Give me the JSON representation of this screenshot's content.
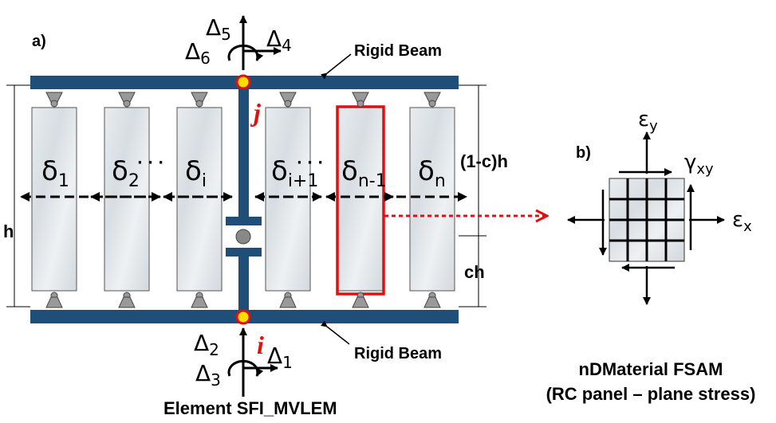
{
  "part_a": {
    "tag": "a)",
    "beam_top_label": "Rigid Beam",
    "beam_bottom_label": "Rigid Beam",
    "node_top": "j",
    "node_bottom": "i",
    "height_label": "h",
    "upper_label": "(1-c)h",
    "lower_label": "ch",
    "element_label": "Element SFI_MVLEM",
    "dof_top": [
      {
        "base": "Δ",
        "sub": "5"
      },
      {
        "base": "Δ",
        "sub": "4"
      },
      {
        "base": "Δ",
        "sub": "6"
      }
    ],
    "dof_bottom": [
      {
        "base": "Δ",
        "sub": "2"
      },
      {
        "base": "Δ",
        "sub": "1"
      },
      {
        "base": "Δ",
        "sub": "3"
      }
    ],
    "strips": [
      {
        "base": "δ",
        "sub": "1"
      },
      {
        "base": "δ",
        "sub": "2"
      },
      {
        "base": "δ",
        "sub": "i"
      },
      {
        "base": "δ",
        "sub": "i+1"
      },
      {
        "base": "δ",
        "sub": "n-1"
      },
      {
        "base": "δ",
        "sub": "n"
      }
    ],
    "dots": [
      "· · ·",
      "· · ·"
    ]
  },
  "part_b": {
    "tag": "b)",
    "eps_y": {
      "base": "ε",
      "sub": "y"
    },
    "gamma_xy": {
      "base": "γ",
      "sub": "xy"
    },
    "eps_x": {
      "base": "ε",
      "sub": "x"
    },
    "title_line1": "nDMaterial FSAM",
    "title_line2": "(RC panel – plane stress)"
  },
  "colors": {
    "beam": "#1f4e79",
    "highlight": "#e01010",
    "node": "#ffdd00"
  }
}
